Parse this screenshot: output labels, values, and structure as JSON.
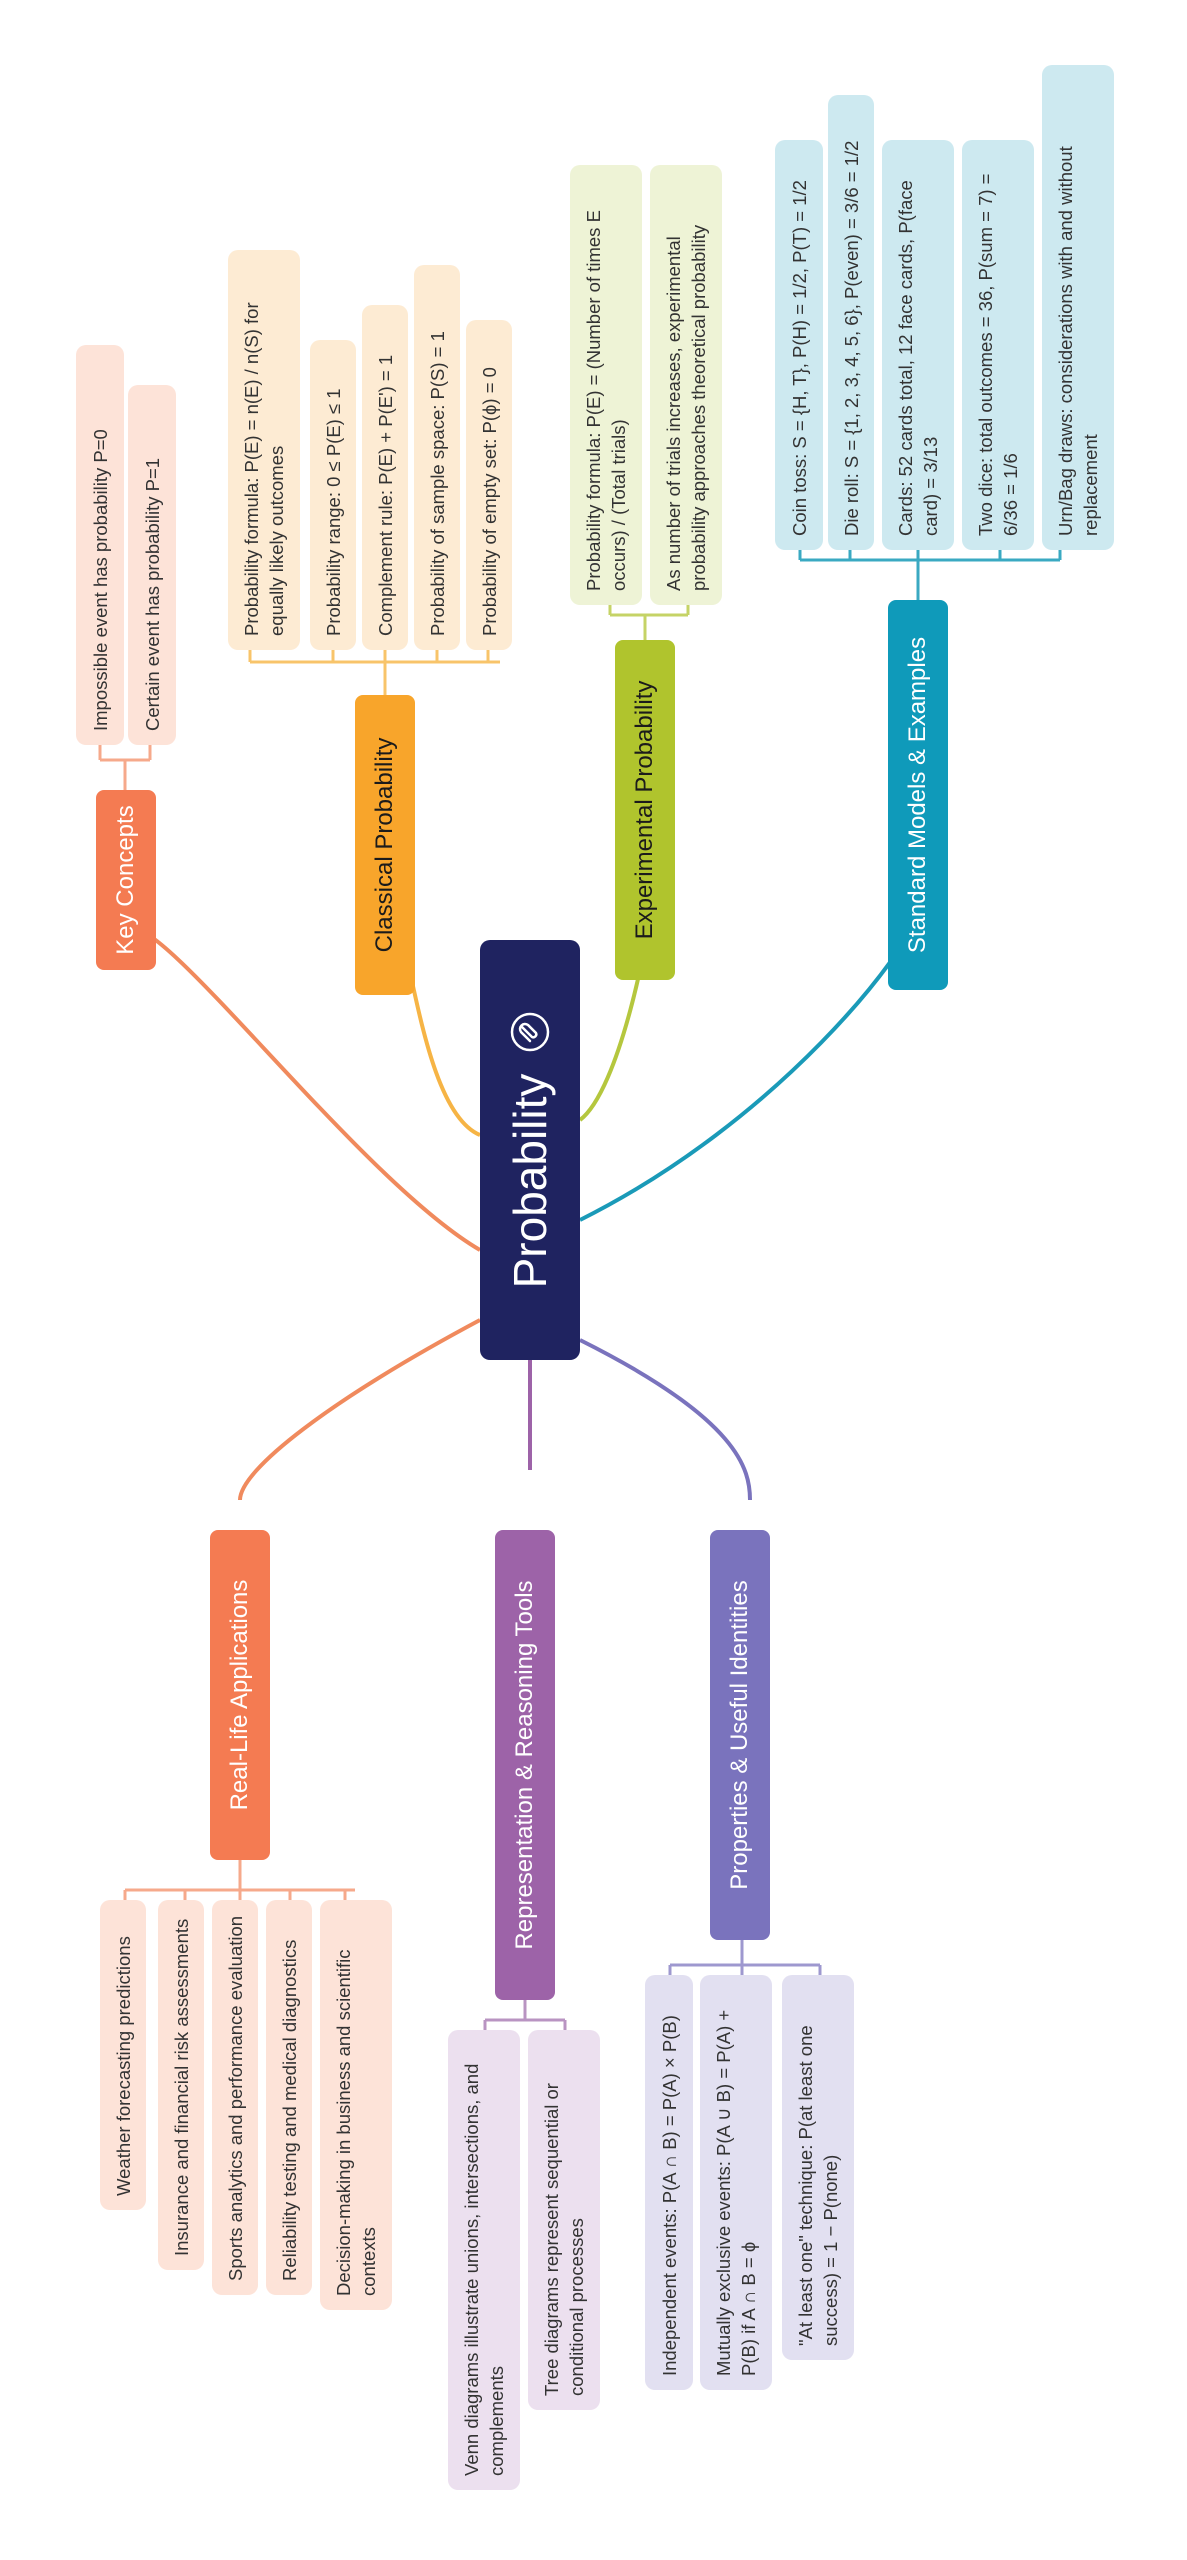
{
  "root": {
    "title": "Probability",
    "icon": "paperclip-icon",
    "color": "#1f2360"
  },
  "branches": {
    "key_concepts": {
      "label": "Key Concepts",
      "color": "#f47b52",
      "leaves": [
        "Impossible event has probability P=0",
        "Certain event has probability P=1"
      ]
    },
    "classical": {
      "label": "Classical Probability",
      "color": "#f8a52b",
      "leaves": [
        "Probability formula: P(E) = n(E) / n(S) for equally likely outcomes",
        "Probability range: 0 ≤ P(E) ≤ 1",
        "Complement rule: P(E) + P(E') = 1",
        "Probability of sample space: P(S) = 1",
        "Probability of empty set: P(ϕ) = 0"
      ]
    },
    "experimental": {
      "label": "Experimental Probability",
      "color": "#b0c42d",
      "leaves": [
        "Probability formula: P(E) = (Number of times E occurs) / (Total trials)",
        "As number of trials increases, experimental probability approaches theoretical probability"
      ]
    },
    "standard": {
      "label": "Standard Models & Examples",
      "color": "#0f9aba",
      "leaves": [
        "Coin toss: S = {H, T}, P(H) = 1/2, P(T) = 1/2",
        "Die roll: S = {1, 2, 3, 4, 5, 6}, P(even) = 3/6 = 1/2",
        "Cards: 52 cards total, 12 face cards, P(face card) = 3/13",
        "Two dice: total outcomes = 36, P(sum = 7) = 6/36 = 1/6",
        "Urn/Bag draws: considerations with and without replacement"
      ]
    },
    "real_life": {
      "label": "Real-Life Applications",
      "color": "#f47b52",
      "leaves": [
        "Weather forecasting predictions",
        "Insurance and financial risk assessments",
        "Sports analytics and performance evaluation",
        "Reliability testing and medical diagnostics",
        "Decision-making in business and scientific contexts"
      ]
    },
    "representation": {
      "label": "Representation & Reasoning Tools",
      "color": "#9d63a8",
      "leaves": [
        "Venn diagrams illustrate unions, intersections, and complements",
        "Tree diagrams represent sequential or conditional processes"
      ]
    },
    "properties": {
      "label": "Properties & Useful Identities",
      "color": "#7a73bd",
      "leaves": [
        "Independent events: P(A ∩ B) = P(A) × P(B)",
        "Mutually exclusive events: P(A ∪ B) = P(A) + P(B) if A ∩ B = ϕ",
        "\"At least one\" technique: P(at least one success) = 1 − P(none)"
      ]
    }
  }
}
